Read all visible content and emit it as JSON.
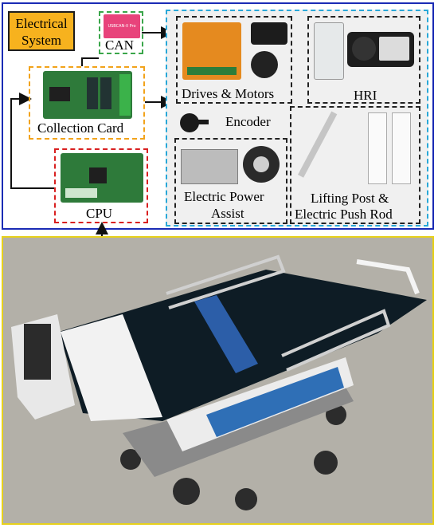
{
  "title": "Electrical\nSystem",
  "title_line1": "Electrical",
  "title_line2": "System",
  "modules": {
    "can": "CAN",
    "collection_card": "Collection Card",
    "cpu": "CPU",
    "drives_motors": "Drives & Motors",
    "hri": "HRI",
    "encoder": "Encoder",
    "epa_line1": "Electric Power",
    "epa_line2": "Assist",
    "lift_line1": "Lifting Post &",
    "lift_line2": "Electric Push Rod"
  },
  "pcb_text": {
    "can_board": "USBCAN-II Pro"
  },
  "colors": {
    "system_border": "#1a2bb5",
    "title_fill": "#f7b21e",
    "module_group_border": "#29a8d8",
    "can_border": "#3aa64a",
    "collection_border": "#f2a31b",
    "cpu_border": "#d92020",
    "photo_border": "#e7d11c"
  }
}
